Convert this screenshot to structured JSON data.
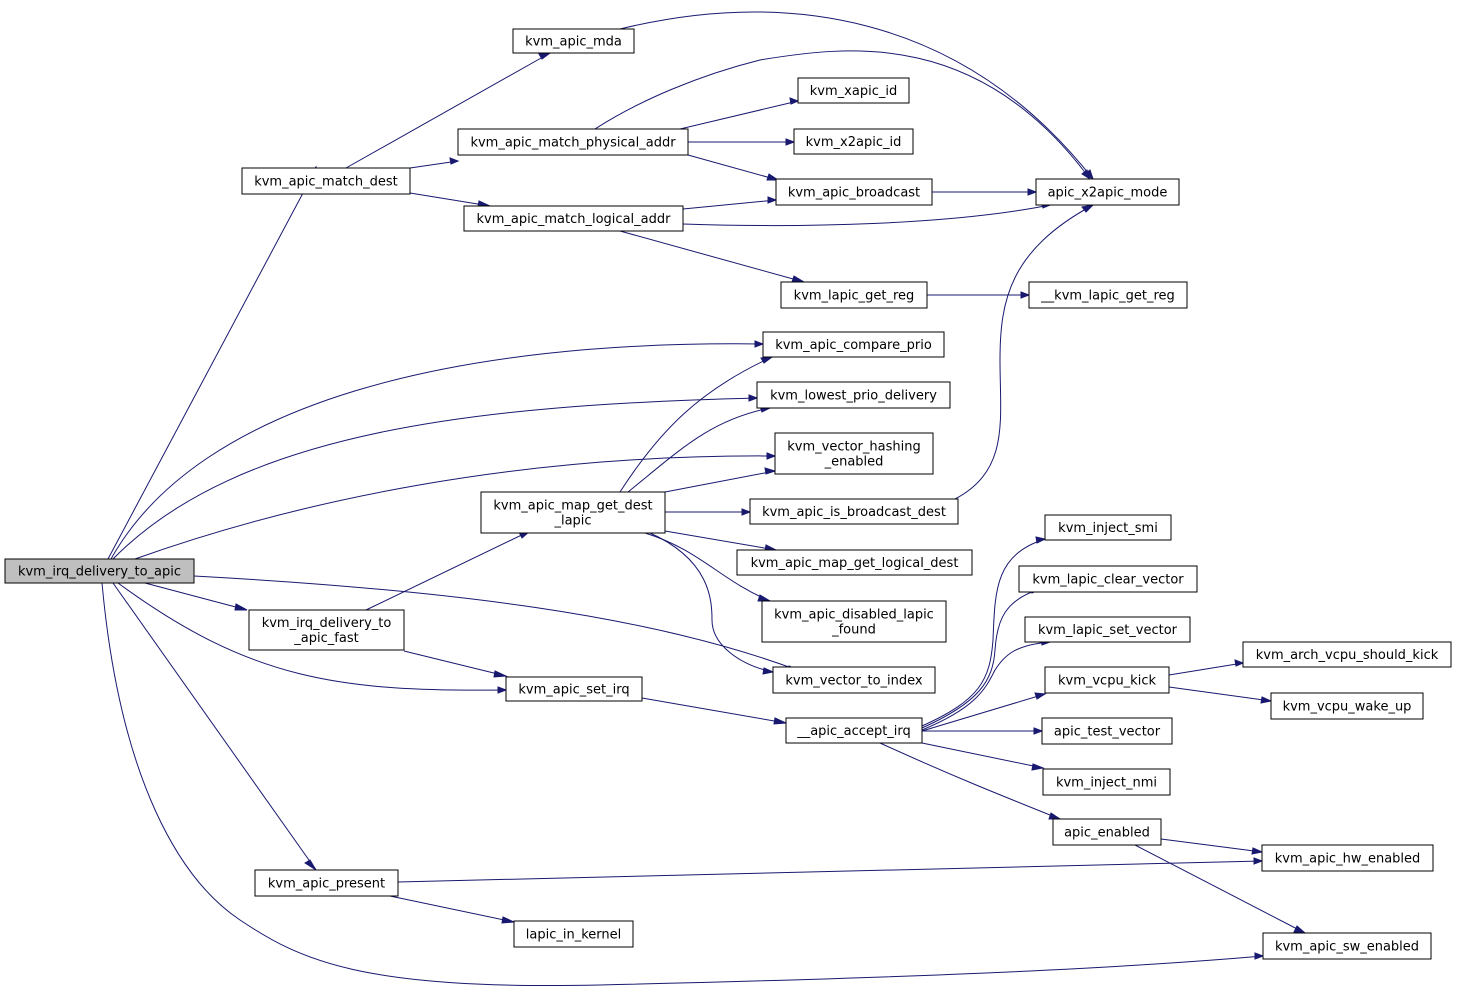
{
  "nodes": [
    {
      "id": "n0",
      "lines": [
        "kvm_irq_delivery_to_apic"
      ]
    },
    {
      "id": "n1",
      "lines": [
        "kvm_apic_match_dest"
      ]
    },
    {
      "id": "n2",
      "lines": [
        "kvm_apic_mda"
      ]
    },
    {
      "id": "n3",
      "lines": [
        "kvm_apic_match_physical_addr"
      ]
    },
    {
      "id": "n4",
      "lines": [
        "kvm_apic_match_logical_addr"
      ]
    },
    {
      "id": "n5",
      "lines": [
        "kvm_xapic_id"
      ]
    },
    {
      "id": "n6",
      "lines": [
        "kvm_x2apic_id"
      ]
    },
    {
      "id": "n7",
      "lines": [
        "kvm_apic_broadcast"
      ]
    },
    {
      "id": "n8",
      "lines": [
        "apic_x2apic_mode"
      ]
    },
    {
      "id": "n9",
      "lines": [
        "kvm_lapic_get_reg"
      ]
    },
    {
      "id": "n10",
      "lines": [
        "__kvm_lapic_get_reg"
      ]
    },
    {
      "id": "n11",
      "lines": [
        "kvm_apic_compare_prio"
      ]
    },
    {
      "id": "n12",
      "lines": [
        "kvm_lowest_prio_delivery"
      ]
    },
    {
      "id": "n13",
      "lines": [
        "kvm_vector_hashing",
        "_enabled"
      ]
    },
    {
      "id": "n14",
      "lines": [
        "kvm_apic_map_get_dest",
        "_lapic"
      ]
    },
    {
      "id": "n15",
      "lines": [
        "kvm_apic_is_broadcast_dest"
      ]
    },
    {
      "id": "n16",
      "lines": [
        "kvm_apic_map_get_logical_dest"
      ]
    },
    {
      "id": "n17",
      "lines": [
        "kvm_apic_disabled_lapic",
        "_found"
      ]
    },
    {
      "id": "n18",
      "lines": [
        "kvm_vector_to_index"
      ]
    },
    {
      "id": "n19",
      "lines": [
        "kvm_irq_delivery_to",
        "_apic_fast"
      ]
    },
    {
      "id": "n20",
      "lines": [
        "kvm_apic_set_irq"
      ]
    },
    {
      "id": "n21",
      "lines": [
        "__apic_accept_irq"
      ]
    },
    {
      "id": "n22",
      "lines": [
        "kvm_inject_smi"
      ]
    },
    {
      "id": "n23",
      "lines": [
        "kvm_lapic_clear_vector"
      ]
    },
    {
      "id": "n24",
      "lines": [
        "kvm_lapic_set_vector"
      ]
    },
    {
      "id": "n25",
      "lines": [
        "kvm_vcpu_kick"
      ]
    },
    {
      "id": "n26",
      "lines": [
        "kvm_arch_vcpu_should_kick"
      ]
    },
    {
      "id": "n27",
      "lines": [
        "kvm_vcpu_wake_up"
      ]
    },
    {
      "id": "n28",
      "lines": [
        "apic_test_vector"
      ]
    },
    {
      "id": "n29",
      "lines": [
        "kvm_inject_nmi"
      ]
    },
    {
      "id": "n30",
      "lines": [
        "apic_enabled"
      ]
    },
    {
      "id": "n31",
      "lines": [
        "kvm_apic_hw_enabled"
      ]
    },
    {
      "id": "n32",
      "lines": [
        "kvm_apic_sw_enabled"
      ]
    },
    {
      "id": "n33",
      "lines": [
        "kvm_apic_present"
      ]
    },
    {
      "id": "n34",
      "lines": [
        "lapic_in_kernel"
      ]
    }
  ],
  "edges": [
    [
      "n0",
      "n1"
    ],
    [
      "n0",
      "n11"
    ],
    [
      "n0",
      "n12"
    ],
    [
      "n0",
      "n13"
    ],
    [
      "n0",
      "n19"
    ],
    [
      "n0",
      "n14"
    ],
    [
      "n0",
      "n18"
    ],
    [
      "n0",
      "n20"
    ],
    [
      "n0",
      "n33"
    ],
    [
      "n0",
      "n32"
    ],
    [
      "n1",
      "n2"
    ],
    [
      "n1",
      "n3"
    ],
    [
      "n1",
      "n4"
    ],
    [
      "n2",
      "n8"
    ],
    [
      "n3",
      "n5"
    ],
    [
      "n3",
      "n6"
    ],
    [
      "n3",
      "n7"
    ],
    [
      "n3",
      "n8"
    ],
    [
      "n4",
      "n7"
    ],
    [
      "n4",
      "n8"
    ],
    [
      "n4",
      "n9"
    ],
    [
      "n7",
      "n8"
    ],
    [
      "n9",
      "n10"
    ],
    [
      "n14",
      "n11"
    ],
    [
      "n14",
      "n12"
    ],
    [
      "n14",
      "n13"
    ],
    [
      "n14",
      "n15"
    ],
    [
      "n14",
      "n16"
    ],
    [
      "n14",
      "n17"
    ],
    [
      "n14",
      "n18"
    ],
    [
      "n15",
      "n8"
    ],
    [
      "n19",
      "n14"
    ],
    [
      "n19",
      "n20"
    ],
    [
      "n20",
      "n21"
    ],
    [
      "n21",
      "n22"
    ],
    [
      "n21",
      "n23"
    ],
    [
      "n21",
      "n24"
    ],
    [
      "n21",
      "n25"
    ],
    [
      "n21",
      "n28"
    ],
    [
      "n21",
      "n29"
    ],
    [
      "n21",
      "n30"
    ],
    [
      "n25",
      "n26"
    ],
    [
      "n25",
      "n27"
    ],
    [
      "n30",
      "n31"
    ],
    [
      "n30",
      "n32"
    ],
    [
      "n33",
      "n31"
    ],
    [
      "n33",
      "n34"
    ]
  ]
}
